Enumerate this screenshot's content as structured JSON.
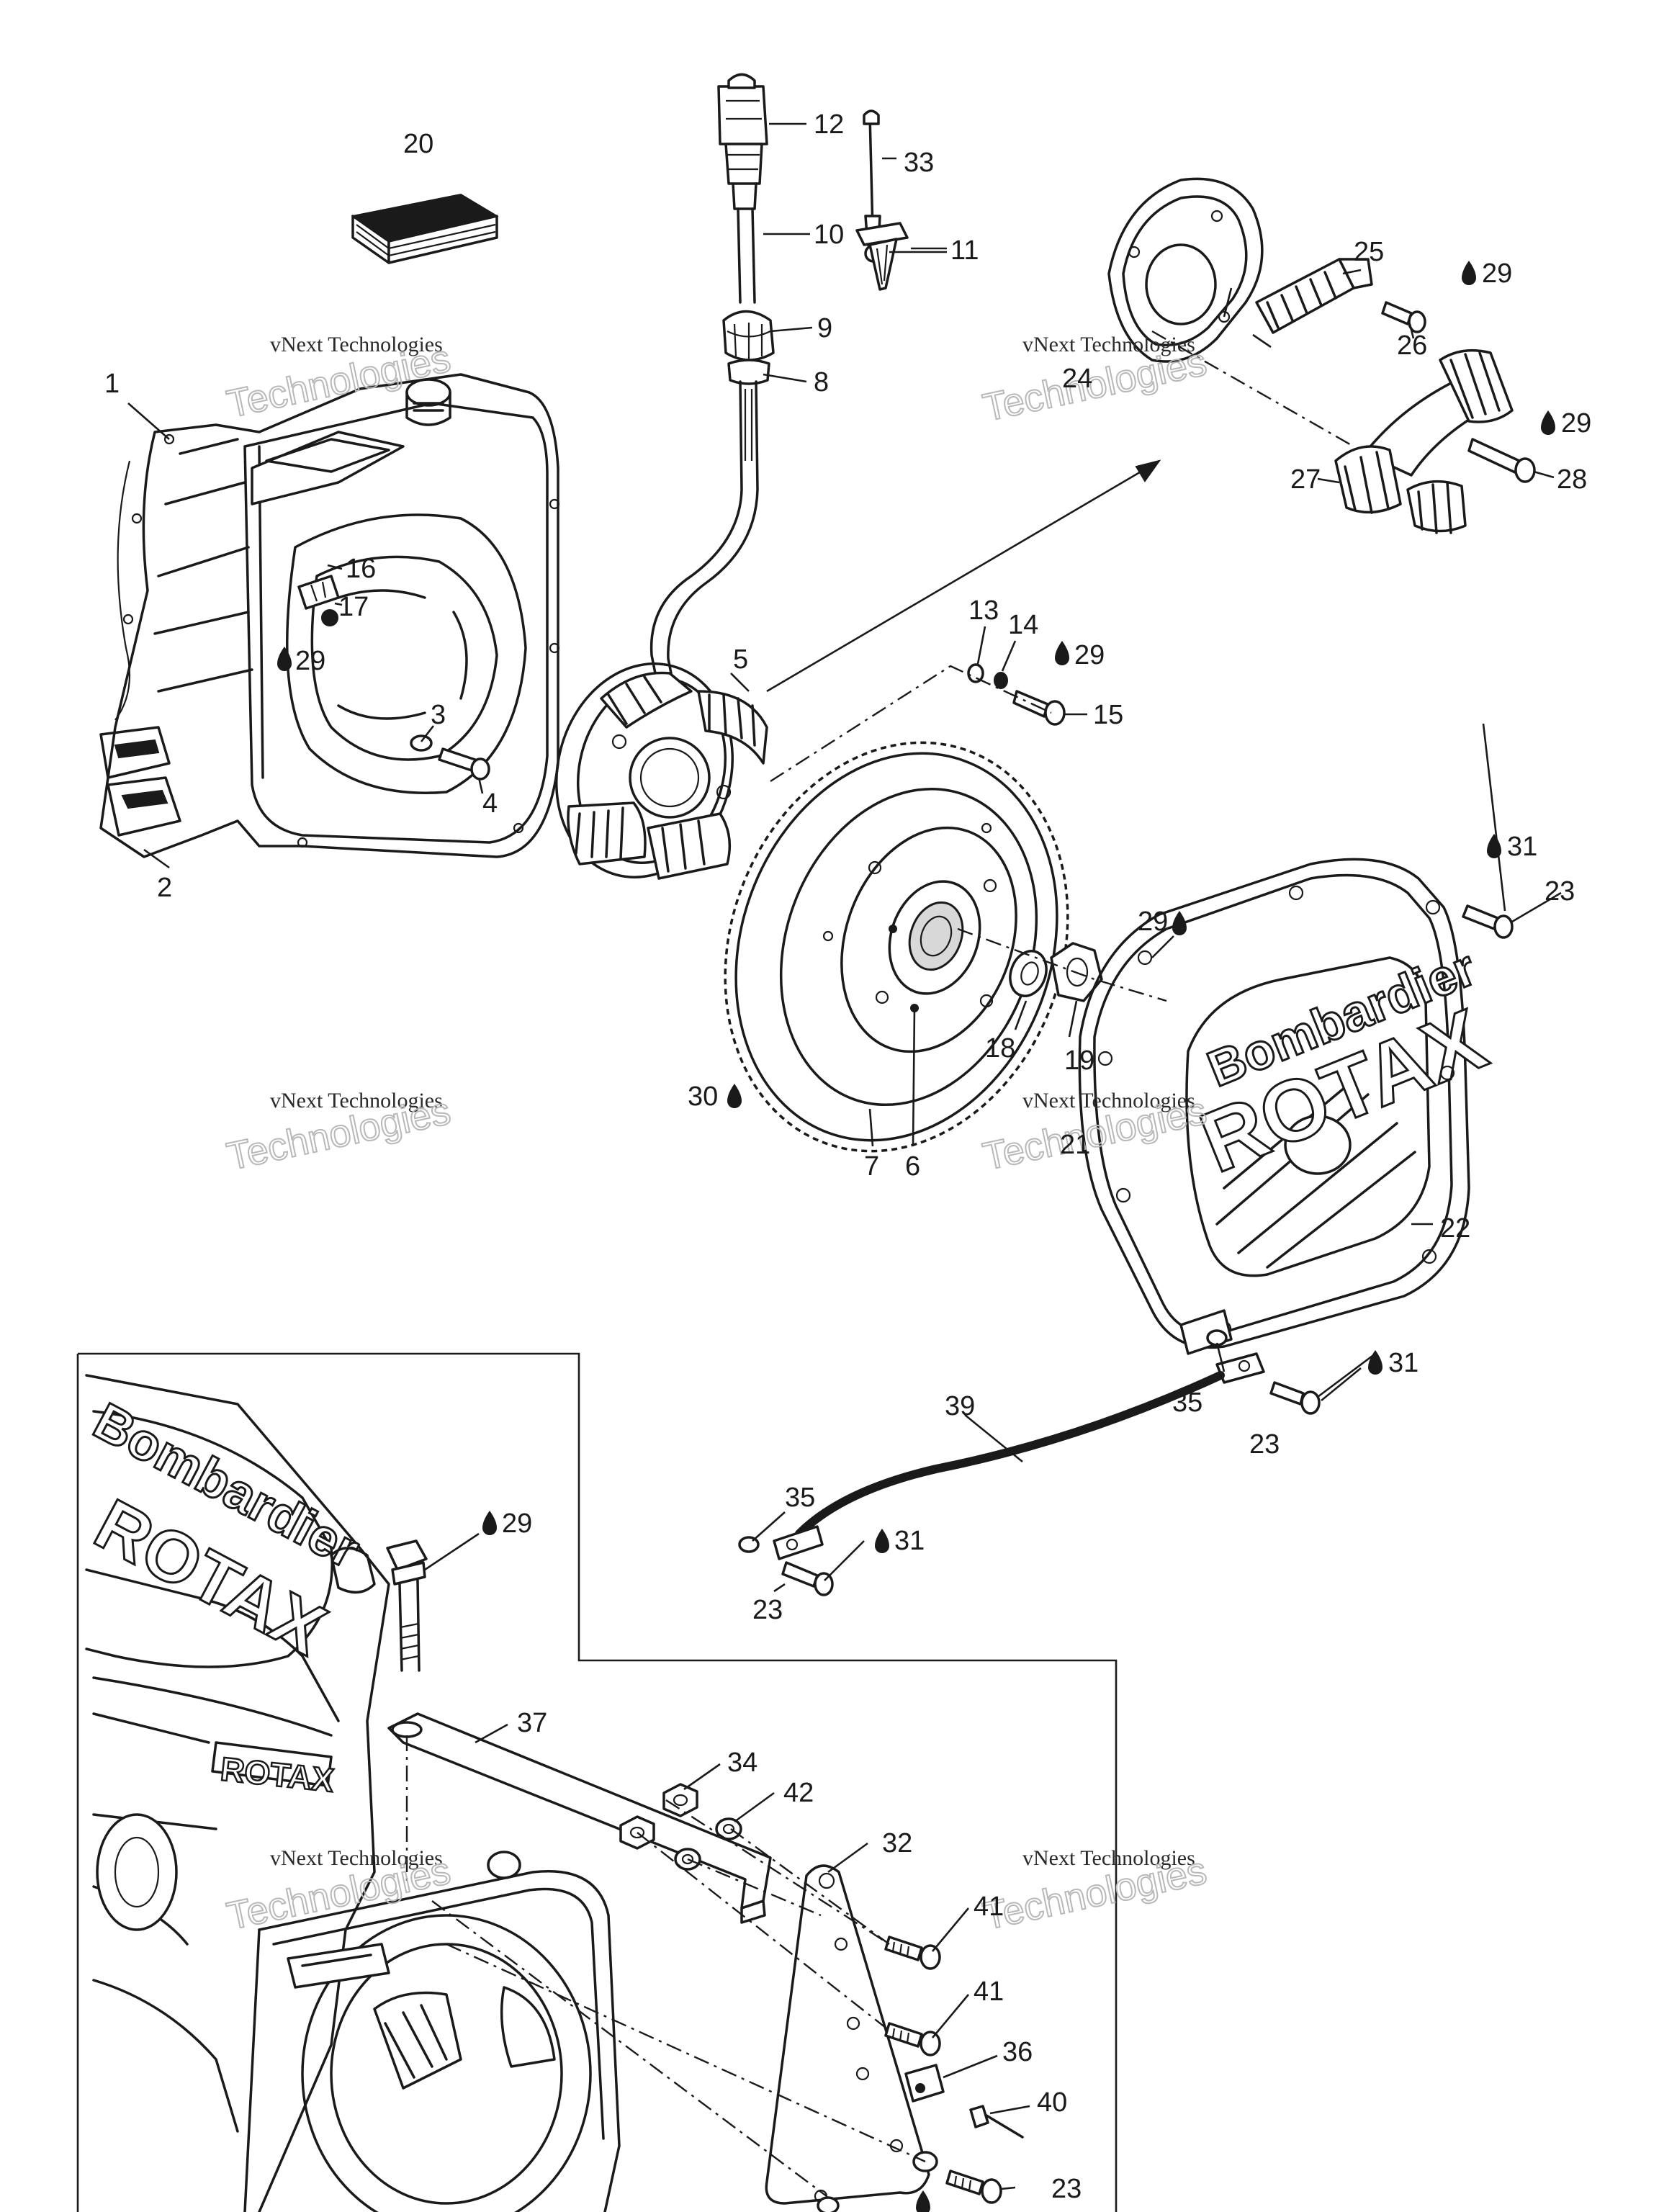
{
  "brand_marks": {
    "cover_line1": "Bombardier",
    "cover_line2": "ROTAX",
    "engine_line1": "Bombardier",
    "engine_line2": "ROTAX",
    "cylinder_band": "ROTAX"
  },
  "watermark": {
    "line1": "vNext Technologies",
    "line2": "Technologies"
  },
  "callouts": [
    {
      "id": "c1",
      "text": "1"
    },
    {
      "id": "c2",
      "text": "2"
    },
    {
      "id": "c3",
      "text": "3"
    },
    {
      "id": "c4",
      "text": "4"
    },
    {
      "id": "c5",
      "text": "5"
    },
    {
      "id": "c6",
      "text": "6"
    },
    {
      "id": "c7",
      "text": "7"
    },
    {
      "id": "c8",
      "text": "8"
    },
    {
      "id": "c9",
      "text": "9"
    },
    {
      "id": "c10",
      "text": "10"
    },
    {
      "id": "c11",
      "text": "11"
    },
    {
      "id": "c12",
      "text": "12"
    },
    {
      "id": "c13",
      "text": "13"
    },
    {
      "id": "c14",
      "text": "14"
    },
    {
      "id": "c15",
      "text": "15"
    },
    {
      "id": "c16",
      "text": "16"
    },
    {
      "id": "c17",
      "text": "17"
    },
    {
      "id": "c18",
      "text": "18"
    },
    {
      "id": "c19",
      "text": "19"
    },
    {
      "id": "c20",
      "text": "20"
    },
    {
      "id": "c21",
      "text": "21"
    },
    {
      "id": "c22",
      "text": "22"
    },
    {
      "id": "c23a",
      "text": "23"
    },
    {
      "id": "c23b",
      "text": "23"
    },
    {
      "id": "c23c",
      "text": "23"
    },
    {
      "id": "c23d",
      "text": "23"
    },
    {
      "id": "c24",
      "text": "24"
    },
    {
      "id": "c25",
      "text": "25"
    },
    {
      "id": "c26",
      "text": "26"
    },
    {
      "id": "c27",
      "text": "27"
    },
    {
      "id": "c28",
      "text": "28"
    },
    {
      "id": "c29a",
      "text": "29"
    },
    {
      "id": "c29b",
      "text": "29"
    },
    {
      "id": "c29c",
      "text": "29"
    },
    {
      "id": "c29d",
      "text": "29"
    },
    {
      "id": "c29e",
      "text": "29"
    },
    {
      "id": "c29f",
      "text": "29"
    },
    {
      "id": "c30",
      "text": "30"
    },
    {
      "id": "c31a",
      "text": "31"
    },
    {
      "id": "c31b",
      "text": "31"
    },
    {
      "id": "c31c",
      "text": "31"
    },
    {
      "id": "c32",
      "text": "32"
    },
    {
      "id": "c33",
      "text": "33"
    },
    {
      "id": "c34",
      "text": "34"
    },
    {
      "id": "c35a",
      "text": "35"
    },
    {
      "id": "c35b",
      "text": "35"
    },
    {
      "id": "c36",
      "text": "36"
    },
    {
      "id": "c37",
      "text": "37"
    },
    {
      "id": "c39",
      "text": "39"
    },
    {
      "id": "c40",
      "text": "40"
    },
    {
      "id": "c41a",
      "text": "41"
    },
    {
      "id": "c41b",
      "text": "41"
    },
    {
      "id": "c42",
      "text": "42"
    }
  ]
}
